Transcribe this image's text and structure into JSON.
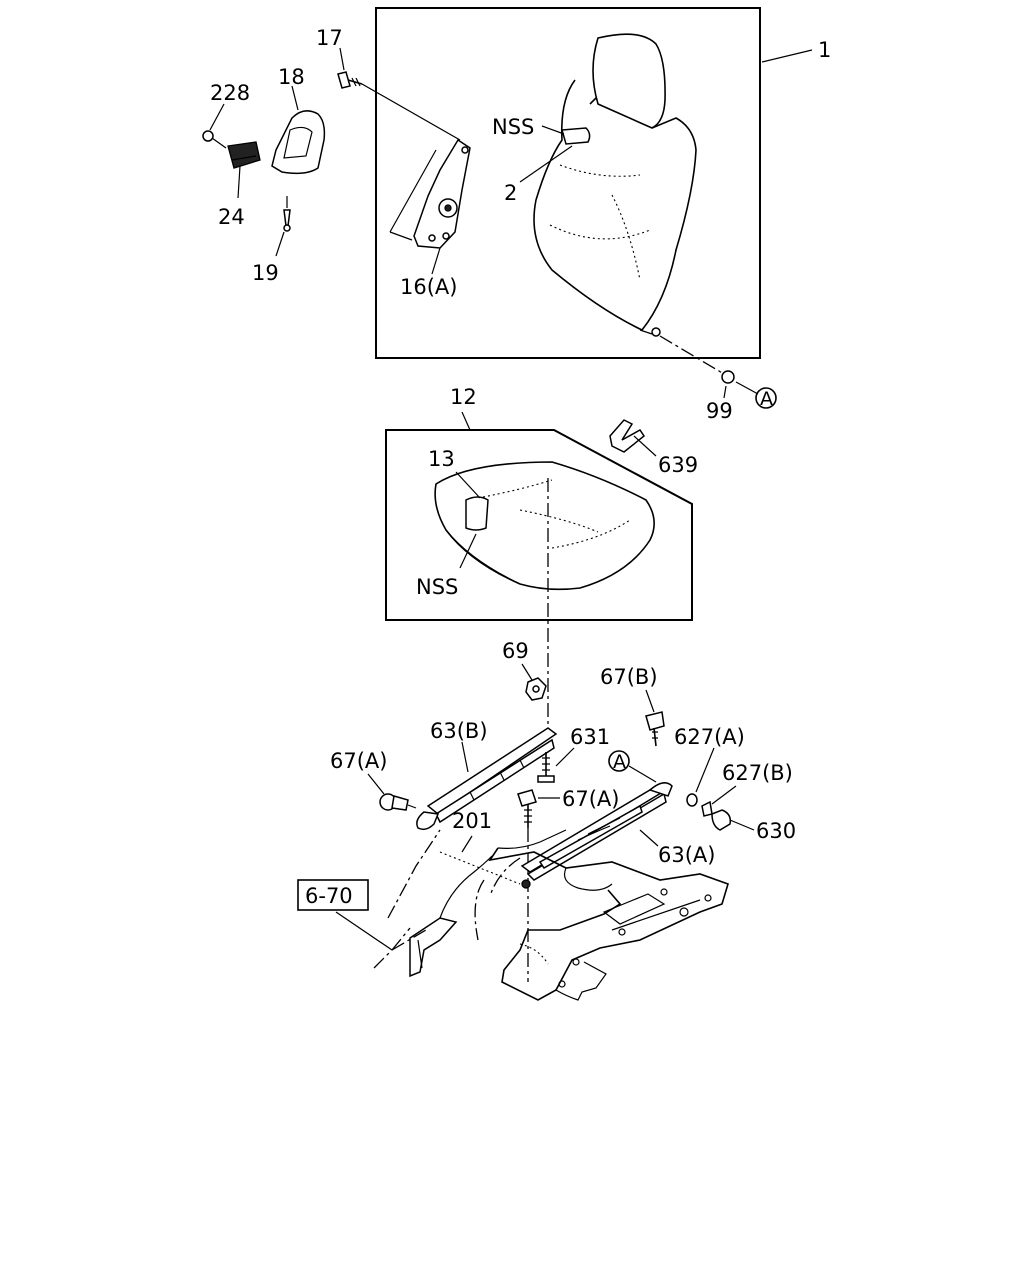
{
  "diagram": {
    "labels": {
      "p1": "1",
      "p2": "2",
      "nss_top": "NSS",
      "p17": "17",
      "p18": "18",
      "p228": "228",
      "p24": "24",
      "p19": "19",
      "p16a": "16(A)",
      "p99": "99",
      "circleA_top": "A",
      "p12": "12",
      "p13": "13",
      "nss_cushion": "NSS",
      "p639": "639",
      "p69": "69",
      "p67b": "67(B)",
      "p63b": "63(B)",
      "p631": "631",
      "circleA_mid": "A",
      "p627a": "627(A)",
      "p67a_left": "67(A)",
      "p627b": "627(B)",
      "p67a_mid": "67(A)",
      "p630": "630",
      "p201": "201",
      "p63a": "63(A)",
      "ref": "6-70"
    }
  }
}
